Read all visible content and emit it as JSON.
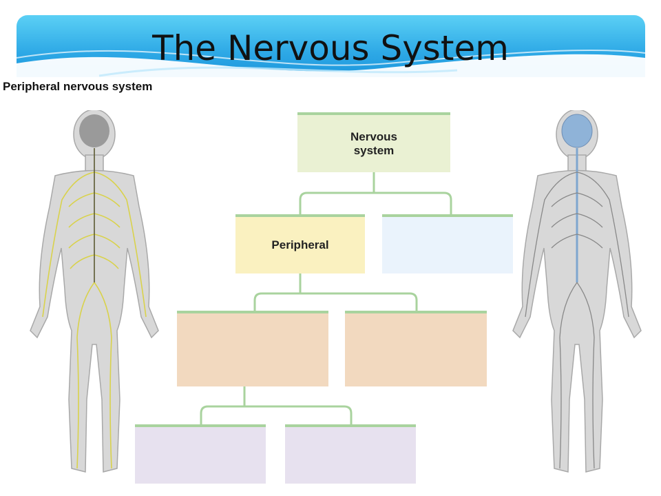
{
  "slide": {
    "title": "The Nervous System",
    "subtitle": "Peripheral nervous system"
  },
  "diagram": {
    "nodes": [
      {
        "id": "nervous-system",
        "label": "Nervous\nsystem",
        "color": "#eaf1d3"
      },
      {
        "id": "peripheral",
        "label": "Peripheral",
        "color": "#faf1c0"
      },
      {
        "id": "central",
        "label": "",
        "color": "#eaf3fc"
      },
      {
        "id": "level3-left",
        "label": "",
        "color": "#f2d9bf"
      },
      {
        "id": "level3-right",
        "label": "",
        "color": "#f2d9bf"
      },
      {
        "id": "level4-left",
        "label": "",
        "color": "#e7e1ef"
      },
      {
        "id": "level4-right",
        "label": "",
        "color": "#e7e1ef"
      }
    ],
    "connector_color": "#a9d39e"
  },
  "figures": {
    "left": {
      "icon": "human-body-peripheral-nerves-icon",
      "nerve_color": "#d9d24a"
    },
    "right": {
      "icon": "human-body-central-nervous-icon",
      "nerve_color": "#7ea6cf"
    }
  },
  "theme": {
    "banner": "#2ea9e6",
    "body_fill": "#d8d8d8"
  }
}
